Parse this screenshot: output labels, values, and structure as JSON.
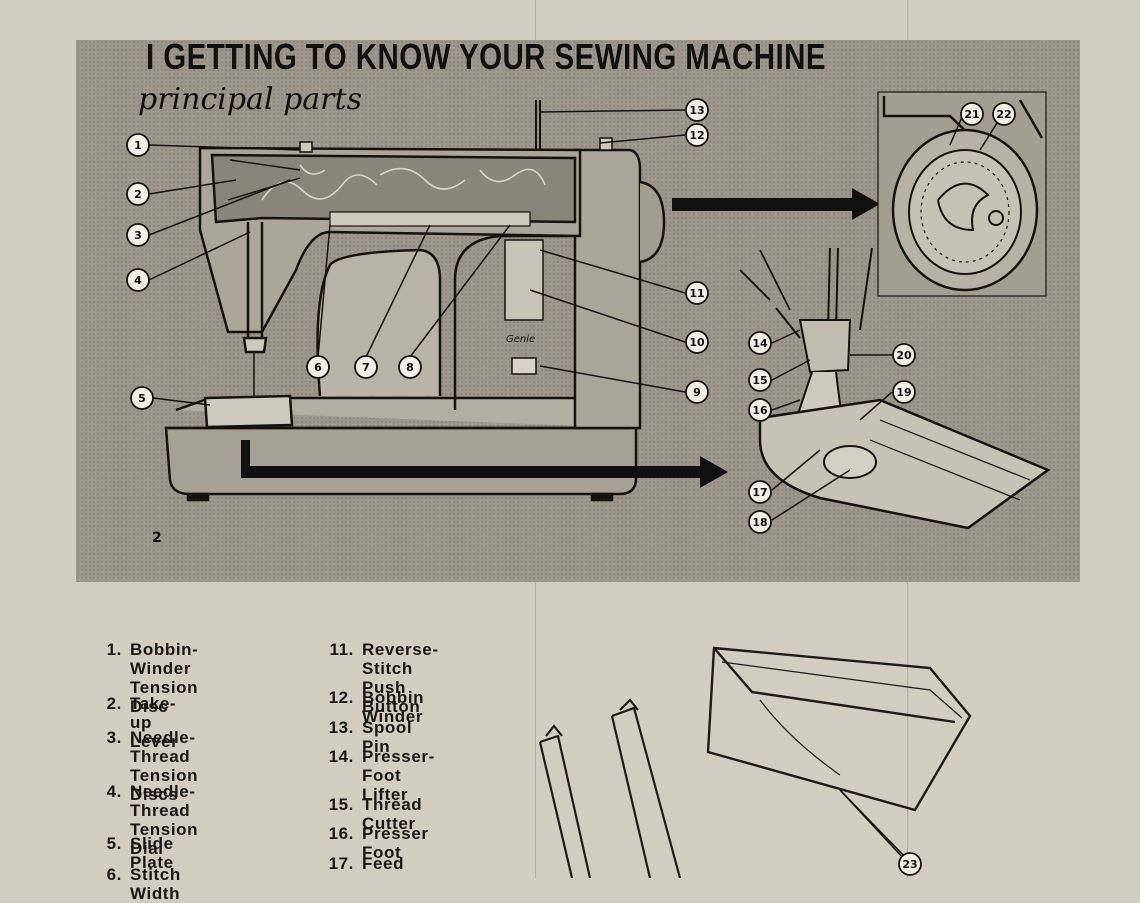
{
  "header": {
    "title": "I  GETTING TO KNOW YOUR SEWING MACHINE",
    "subtitle": "principal parts"
  },
  "page_number": "2",
  "machine_badge": "Genie",
  "callouts": [
    "1",
    "2",
    "3",
    "4",
    "5",
    "6",
    "7",
    "8",
    "9",
    "10",
    "11",
    "12",
    "13",
    "14",
    "15",
    "16",
    "17",
    "18",
    "19",
    "20",
    "21",
    "22",
    "23"
  ],
  "parts_list": {
    "left": [
      {
        "num": "1.",
        "lines": [
          "Bobbin-Winder",
          "Tension Disc"
        ]
      },
      {
        "num": "2.",
        "lines": [
          "Take-up Lever"
        ]
      },
      {
        "num": "3.",
        "lines": [
          "Needle-Thread",
          "Tension Discs"
        ]
      },
      {
        "num": "4.",
        "lines": [
          "Needle-Thread",
          "Tension Dial"
        ]
      },
      {
        "num": "5.",
        "lines": [
          "Slide Plate"
        ]
      },
      {
        "num": "6.",
        "lines": [
          "Stitch Width"
        ]
      }
    ],
    "right": [
      {
        "num": "11.",
        "lines": [
          "Reverse-Stitch",
          "Push Button"
        ]
      },
      {
        "num": "12.",
        "lines": [
          "Bobbin Winder"
        ]
      },
      {
        "num": "13.",
        "lines": [
          "Spool Pin"
        ]
      },
      {
        "num": "14.",
        "lines": [
          "Presser-Foot",
          "Lifter"
        ]
      },
      {
        "num": "15.",
        "lines": [
          "Thread Cutter"
        ]
      },
      {
        "num": "16.",
        "lines": [
          "Presser Foot"
        ]
      },
      {
        "num": "17.",
        "lines": [
          "Feed"
        ]
      }
    ]
  }
}
